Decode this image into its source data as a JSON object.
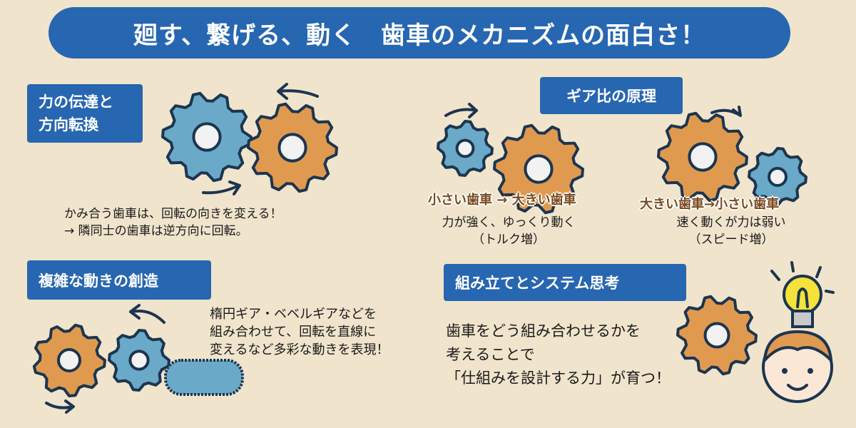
{
  "title": "廻す、繋げる、動く　歯車のメカニズムの面白さ！",
  "sections": {
    "transmission": {
      "label_lines": [
        "力の伝達と",
        "方向転換"
      ],
      "text_lines": [
        "かみ合う歯車は、回転の向きを変える！",
        "→ 隣同士の歯車は逆方向に回転。"
      ]
    },
    "ratio": {
      "label": "ギア比の原理",
      "left": {
        "caption": "小さい歯車 → 大きい歯車",
        "text_lines": [
          "力が強く、ゆっくり動く",
          "（トルク増）"
        ]
      },
      "right": {
        "caption": "大きい歯車→小さい歯車",
        "text_lines": [
          "速く動くが力は弱い",
          "（スピード増）"
        ]
      }
    },
    "complex": {
      "label": "複雑な動きの創造",
      "text_lines": [
        "楕円ギア・ベベルギアなどを",
        "組み合わせて、回転を直線に",
        "変えるなど多彩な動きを表現！"
      ]
    },
    "system": {
      "label": "組み立てとシステム思考",
      "text_lines": [
        "歯車をどう組み合わせるかを",
        "考えることで",
        "「仕組みを設計する力」が育つ！"
      ]
    }
  },
  "colors": {
    "header": "#2766b0",
    "gear_blue": "#6aaac8",
    "gear_orange": "#e09a50",
    "outline": "#1c3550",
    "background": "#f0e4cc"
  }
}
